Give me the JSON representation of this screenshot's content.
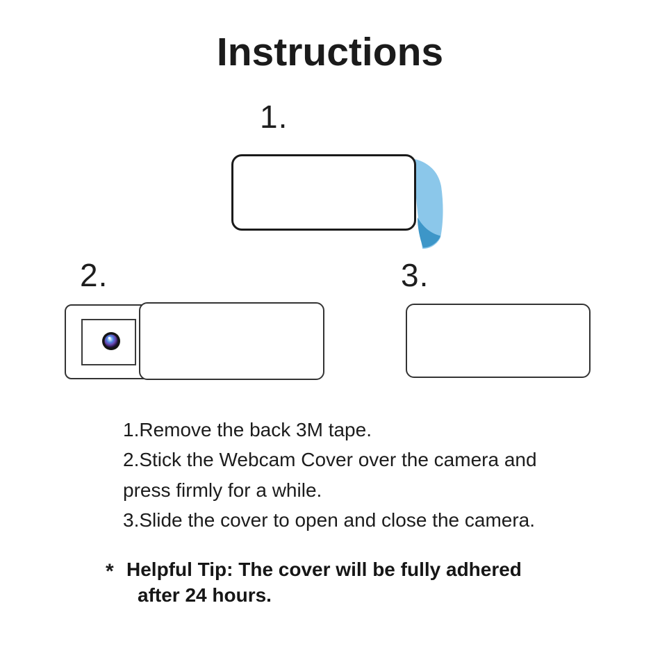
{
  "title": "Instructions",
  "steps": [
    {
      "label": "1."
    },
    {
      "label": "2."
    },
    {
      "label": "3."
    }
  ],
  "instructions": {
    "line1": "1.Remove the back 3M tape.",
    "line2": "2.Stick the Webcam Cover over the camera and",
    "line3": "press firmly for a while.",
    "line4": "3.Slide the cover to open and close the camera."
  },
  "tip": {
    "bullet": "*",
    "line1": "Helpful Tip: The cover will be fully adhered",
    "line2": "after 24 hours."
  },
  "figures": {
    "step1": "webcam-cover-back-with-3m-tape-peeling",
    "step2": "webcam-cover-slid-open-showing-camera-lens",
    "step3": "webcam-cover-closed"
  },
  "colors": {
    "background": "#ffffff",
    "text": "#1c1c1c",
    "outline": "#333333",
    "tape_light": "#8BC7EA",
    "tape_dark": "#3D96C8",
    "lens_ring": "#151515"
  }
}
